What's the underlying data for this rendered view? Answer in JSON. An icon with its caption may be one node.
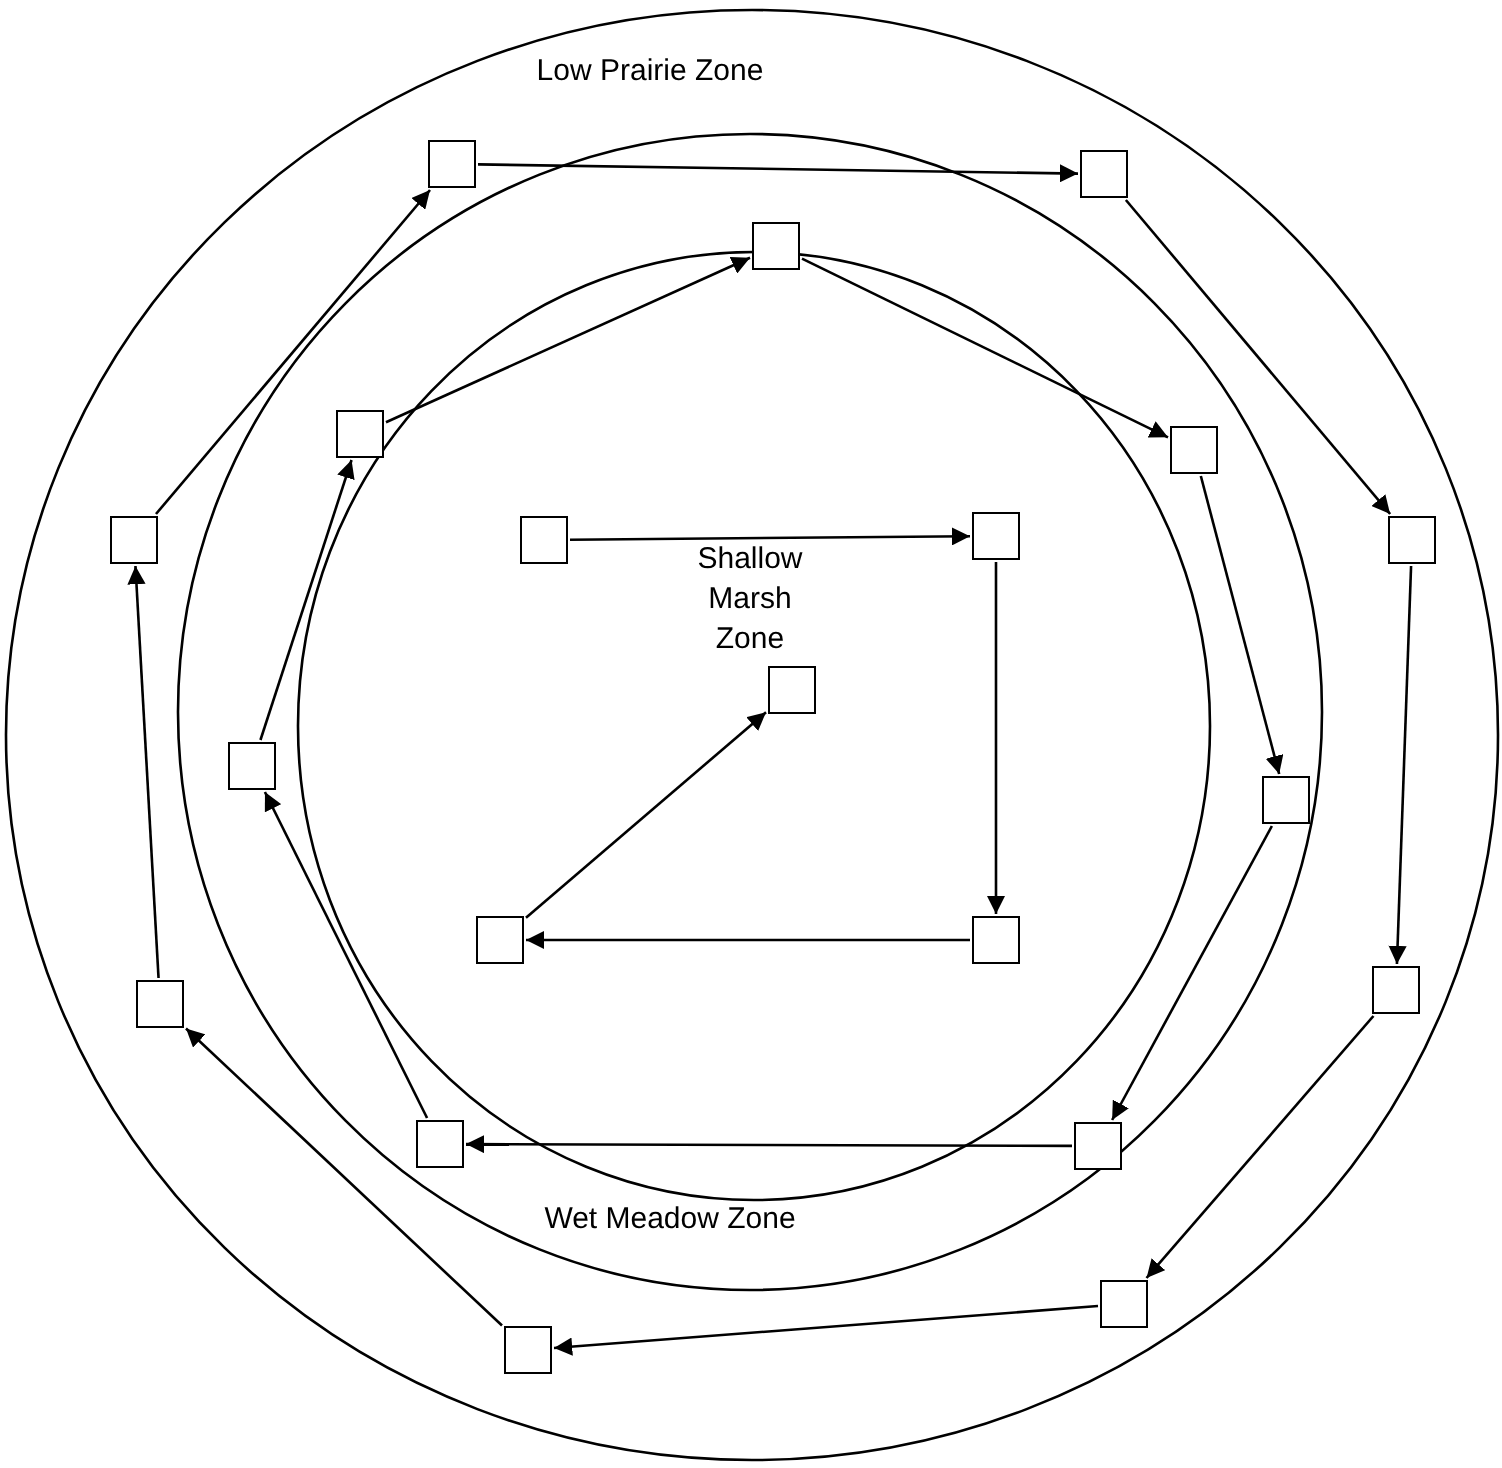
{
  "diagram": {
    "nodes": [
      {
        "text": [
          "Low Prairie Zone"
        ]
      },
      {
        "text": [
          "Wet Meadow Zone"
        ],
        "in": 0
      },
      {
        "text": [
          "Shallow Marsh Zone"
        ],
        "in": 1
      },
      {
        "text": [],
        "shape": "box",
        "in": 0
      },
      {
        "text": [],
        "shape": "box",
        "in": 0
      },
      {
        "text": [],
        "shape": "box",
        "in": 0
      },
      {
        "text": [],
        "shape": "box",
        "in": 0
      },
      {
        "text": [],
        "shape": "box",
        "in": 0
      },
      {
        "text": [],
        "shape": "box",
        "in": 0
      },
      {
        "text": [],
        "shape": "box",
        "in": 0
      },
      {
        "text": [],
        "shape": "box",
        "in": 0
      },
      {
        "text": [],
        "shape": "box",
        "in": 1
      },
      {
        "text": [],
        "shape": "box",
        "in": 1
      },
      {
        "text": [],
        "shape": "box",
        "in": 1
      },
      {
        "text": [],
        "shape": "box",
        "in": 1
      },
      {
        "text": [],
        "shape": "box",
        "in": 1
      },
      {
        "text": [],
        "shape": "box",
        "in": 1
      },
      {
        "text": [],
        "shape": "box",
        "in": 1
      },
      {
        "text": [],
        "shape": "box",
        "in": 2
      },
      {
        "text": [],
        "shape": "box",
        "in": 2
      },
      {
        "text": [],
        "shape": "box",
        "in": 2
      },
      {
        "text": [],
        "shape": "box",
        "in": 2
      },
      {
        "text": [],
        "shape": "box",
        "in": 2
      }
    ],
    "edges": [
      {
        "from": 3,
        "to": 4,
        "arrow": "to"
      },
      {
        "from": 4,
        "to": 5,
        "arrow": "to"
      },
      {
        "from": 5,
        "to": 6,
        "arrow": "to"
      },
      {
        "from": 6,
        "to": 7,
        "arrow": "to"
      },
      {
        "from": 7,
        "to": 8,
        "arrow": "to"
      },
      {
        "from": 8,
        "to": 9,
        "arrow": "to"
      },
      {
        "from": 9,
        "to": 10,
        "arrow": "to"
      },
      {
        "from": 10,
        "to": 3,
        "arrow": "to"
      },
      {
        "from": 11,
        "to": 12,
        "arrow": "to"
      },
      {
        "from": 12,
        "to": 13,
        "arrow": "to"
      },
      {
        "from": 13,
        "to": 14,
        "arrow": "to"
      },
      {
        "from": 14,
        "to": 15,
        "arrow": "to"
      },
      {
        "from": 15,
        "to": 16,
        "arrow": "to"
      },
      {
        "from": 16,
        "to": 17,
        "arrow": "to"
      },
      {
        "from": 17,
        "to": 11,
        "arrow": "to"
      },
      {
        "from": 18,
        "to": 19,
        "arrow": "to"
      },
      {
        "from": 19,
        "to": 20,
        "arrow": "to"
      },
      {
        "from": 20,
        "to": 21,
        "arrow": "to"
      },
      {
        "from": 21,
        "to": 22,
        "arrow": "to"
      }
    ]
  }
}
